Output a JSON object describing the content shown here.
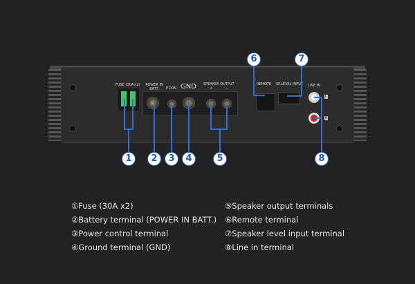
{
  "panel_labels": {
    "fuse": "FUSE (30A×2)",
    "power": "POWER IN BATT.",
    "pcon": "P.CON",
    "gnd": "GND",
    "speaker_output": "SPEAKER OUTPUT",
    "plus": "+",
    "minus": "−",
    "remote": "REMOTE",
    "sp_level": "SP.LEVEL INPUT",
    "line_in": "LINE IN",
    "l": "L",
    "r": "R"
  },
  "callouts": [
    "1",
    "2",
    "3",
    "4",
    "5",
    "6",
    "7",
    "8"
  ],
  "legend": [
    "①Fuse (30A x2)",
    "②Battery terminal (POWER IN BATT.)",
    "③Power control terminal",
    "④Ground terminal (GND)",
    "⑤Speaker output terminals",
    "⑥Remote terminal",
    "⑦Speaker level input terminal",
    "⑧Line in terminal"
  ],
  "colors": {
    "accent": "#2f6fd6",
    "background": "#222222"
  }
}
